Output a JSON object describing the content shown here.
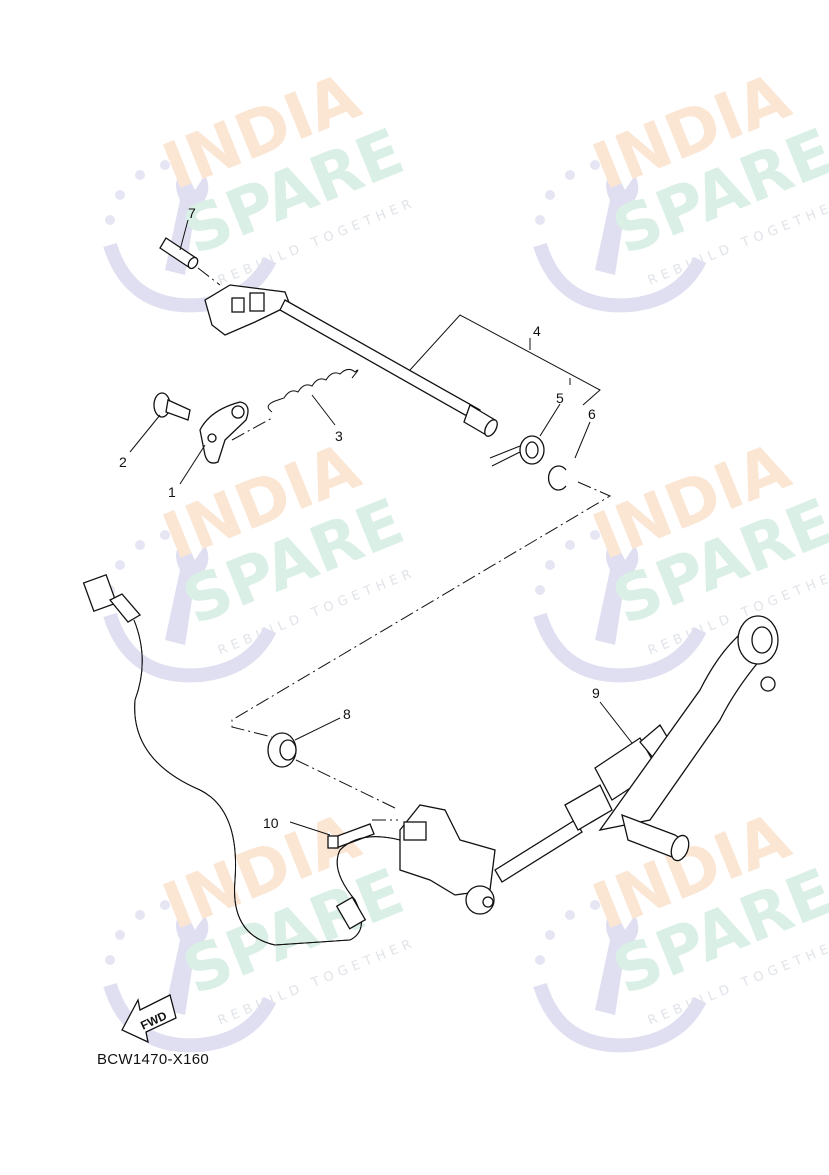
{
  "diagram": {
    "code": "BCW1470-X160",
    "fwd_label": "FWD",
    "callouts": [
      "1",
      "2",
      "3",
      "4",
      "5",
      "6",
      "7",
      "8",
      "9",
      "10"
    ]
  },
  "watermark": {
    "line1": "INDIA",
    "line2": "SPARE",
    "line3": "REBUILD TOGETHER",
    "colors": {
      "india": "#fbe3cf",
      "spare": "#d6eee3",
      "icon": "#dcdcf0"
    }
  }
}
